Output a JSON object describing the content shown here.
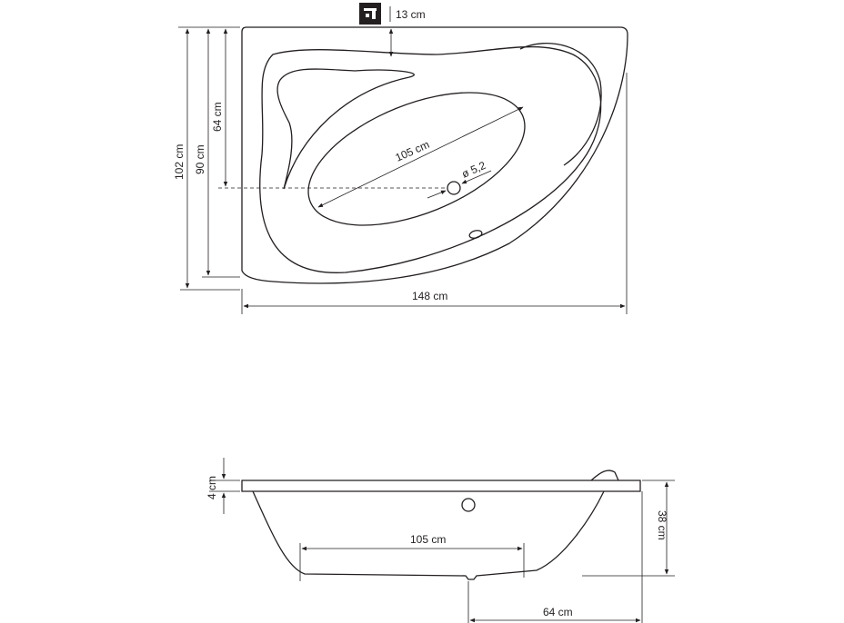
{
  "top_view": {
    "tap_offset": "13 cm",
    "length": "148 cm",
    "total_depth": "102 cm",
    "inner_depth": "90 cm",
    "drain_depth": "64 cm",
    "basin_length": "105 cm",
    "drain_diameter": "ø 5,2"
  },
  "side_view": {
    "rim_height": "4 cm",
    "basin_length": "105 cm",
    "total_height": "38 cm",
    "drain_offset": "64 cm"
  },
  "icons": [
    "tap-icon"
  ]
}
